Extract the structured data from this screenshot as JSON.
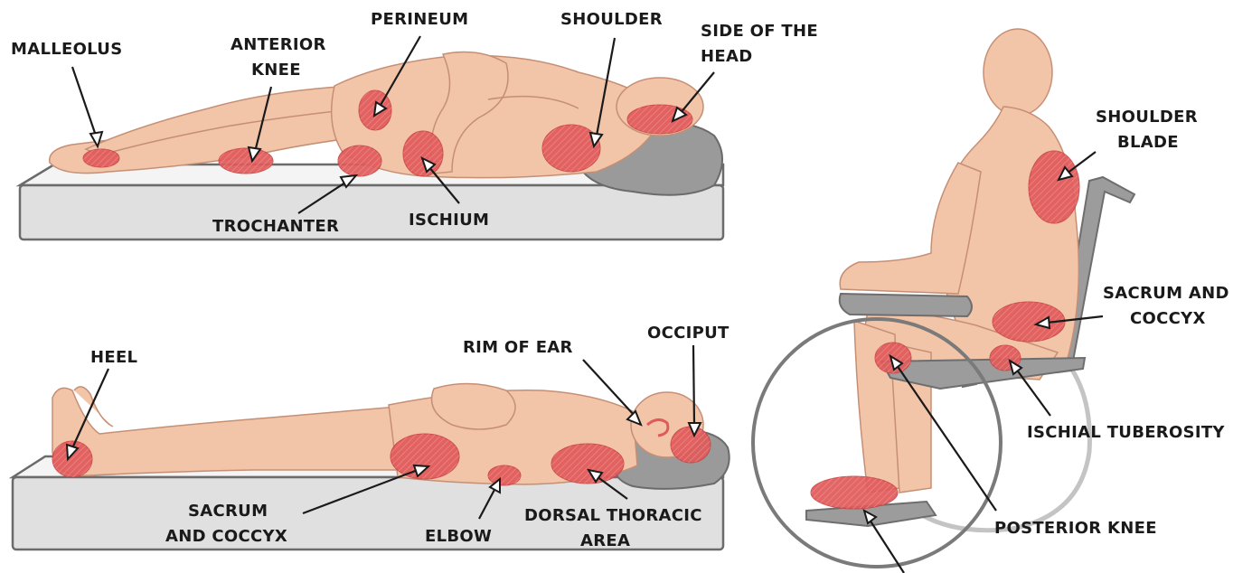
{
  "labels": {
    "malleolus": "MALLEOLUS",
    "anterior_knee_1": "ANTERIOR",
    "anterior_knee_2": "KNEE",
    "perineum": "PERINEUM",
    "shoulder": "SHOULDER",
    "side_head_1": "SIDE OF THE",
    "side_head_2": "HEAD",
    "trochanter": "TROCHANTER",
    "ischium": "ISCHIUM",
    "heel": "HEEL",
    "rim_of_ear": "RIM OF EAR",
    "occiput": "OCCIPUT",
    "sacrum_supine_1": "SACRUM",
    "sacrum_supine_2": "AND COCCYX",
    "elbow": "ELBOW",
    "dorsal_1": "DORSAL THORACIC",
    "dorsal_2": "AREA",
    "shoulder_blade_1": "SHOULDER",
    "shoulder_blade_2": "BLADE",
    "sacrum_seated_1": "SACRUM AND",
    "sacrum_seated_2": "COCCYX",
    "ischial_tuberosity": "ISCHIAL TUBEROSITY",
    "posterior_knee": "POSTERIOR KNEE"
  },
  "colors": {
    "skin": "#f2c4a8",
    "pressure_zone": "#e05a5a",
    "mattress": "#f4f4f4",
    "pillow": "#9a9a9a",
    "wheelchair": "#9c9c9c"
  }
}
